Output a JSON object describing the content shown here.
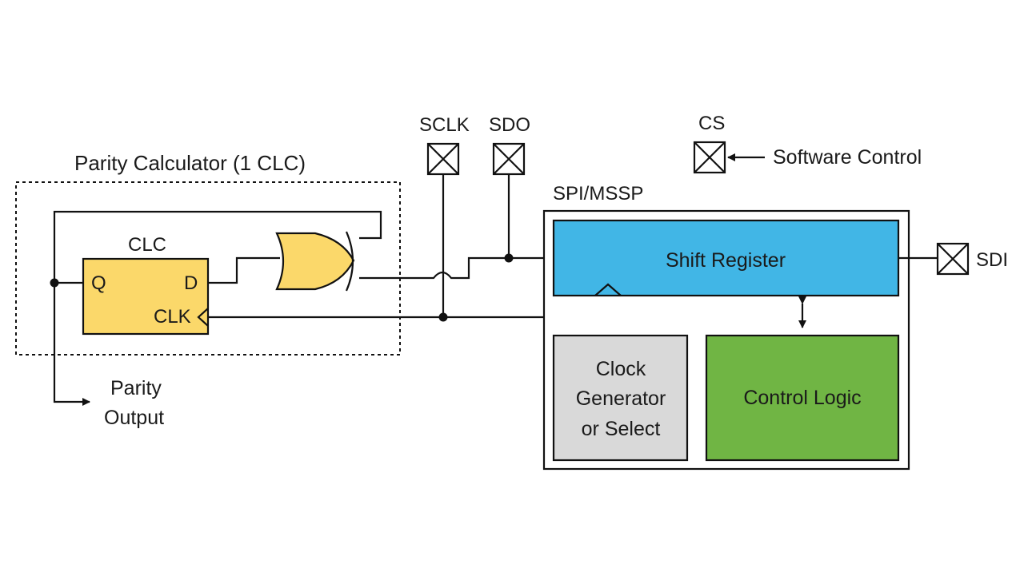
{
  "diagram": {
    "parity_group": {
      "title": "Parity Calculator (1 CLC)"
    },
    "clc": {
      "title": "CLC",
      "pin_q": "Q",
      "pin_d": "D",
      "pin_clk": "CLK"
    },
    "parity_output": {
      "line1": "Parity",
      "line2": "Output"
    },
    "pins": {
      "sclk": "SCLK",
      "sdo": "SDO",
      "cs": "CS",
      "sdi": "SDI"
    },
    "software_control": "Software Control",
    "spi": {
      "title": "SPI/MSSP",
      "shift_register": "Shift Register",
      "clock_gen": {
        "line1": "Clock",
        "line2": "Generator",
        "line3": "or Select"
      },
      "control_logic": "Control Logic"
    },
    "colors": {
      "clc_fill": "#fbd86a",
      "xor_fill": "#fbd86a",
      "shift_register_fill": "#41b6e6",
      "clock_gen_fill": "#d9d9d9",
      "control_logic_fill": "#70b544"
    }
  }
}
